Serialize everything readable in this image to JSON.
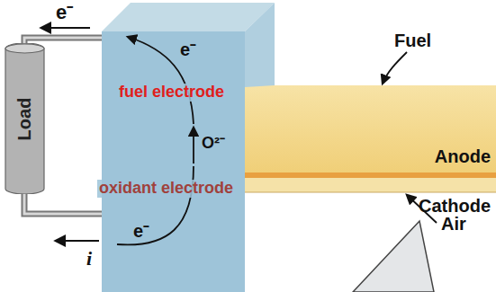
{
  "diagram": {
    "nodes": [
      {
        "text": [
          "Load"
        ]
      }
    ],
    "labels": [
      "e⁻",
      "Fuel",
      "e⁻",
      "fuel electrode",
      "Anode",
      "O²⁻",
      "Cathode",
      "oxidant electrode",
      "Air",
      "e⁻",
      "i"
    ]
  }
}
